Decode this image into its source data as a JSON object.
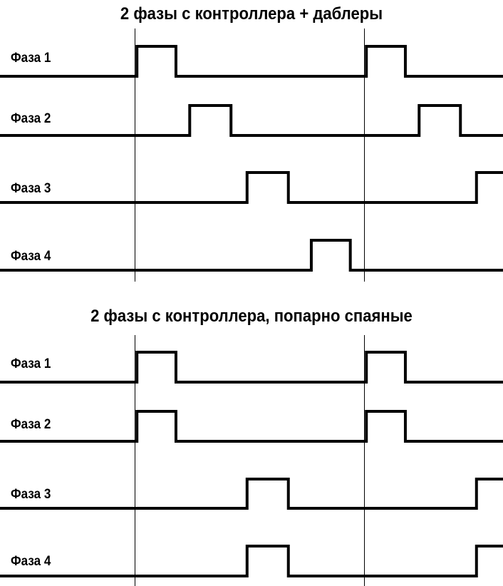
{
  "diagrams": [
    {
      "title": "2 фазы с контроллера + даблеры",
      "markers_t": [
        0,
        1
      ],
      "phases": [
        {
          "label": "Фаза 1",
          "pulses": [
            [
              0.01,
              0.18
            ],
            [
              1.01,
              1.18
            ]
          ]
        },
        {
          "label": "Фаза 2",
          "pulses": [
            [
              0.24,
              0.42
            ],
            [
              1.24,
              1.42
            ]
          ]
        },
        {
          "label": "Фаза 3",
          "pulses": [
            [
              0.49,
              0.67
            ],
            [
              1.49,
              1.67
            ]
          ]
        },
        {
          "label": "Фаза 4",
          "pulses": [
            [
              0.77,
              0.94
            ]
          ]
        }
      ]
    },
    {
      "title": "2 фазы с контроллера, попарно спаяные",
      "markers_t": [
        0,
        1
      ],
      "phases": [
        {
          "label": "Фаза 1",
          "pulses": [
            [
              0.01,
              0.18
            ],
            [
              1.01,
              1.18
            ]
          ]
        },
        {
          "label": "Фаза 2",
          "pulses": [
            [
              0.01,
              0.18
            ],
            [
              1.01,
              1.18
            ]
          ]
        },
        {
          "label": "Фаза 3",
          "pulses": [
            [
              0.49,
              0.67
            ],
            [
              1.49,
              1.67
            ]
          ]
        },
        {
          "label": "Фаза 4",
          "pulses": [
            [
              0.49,
              0.67
            ],
            [
              1.49,
              1.67
            ]
          ]
        }
      ]
    }
  ]
}
